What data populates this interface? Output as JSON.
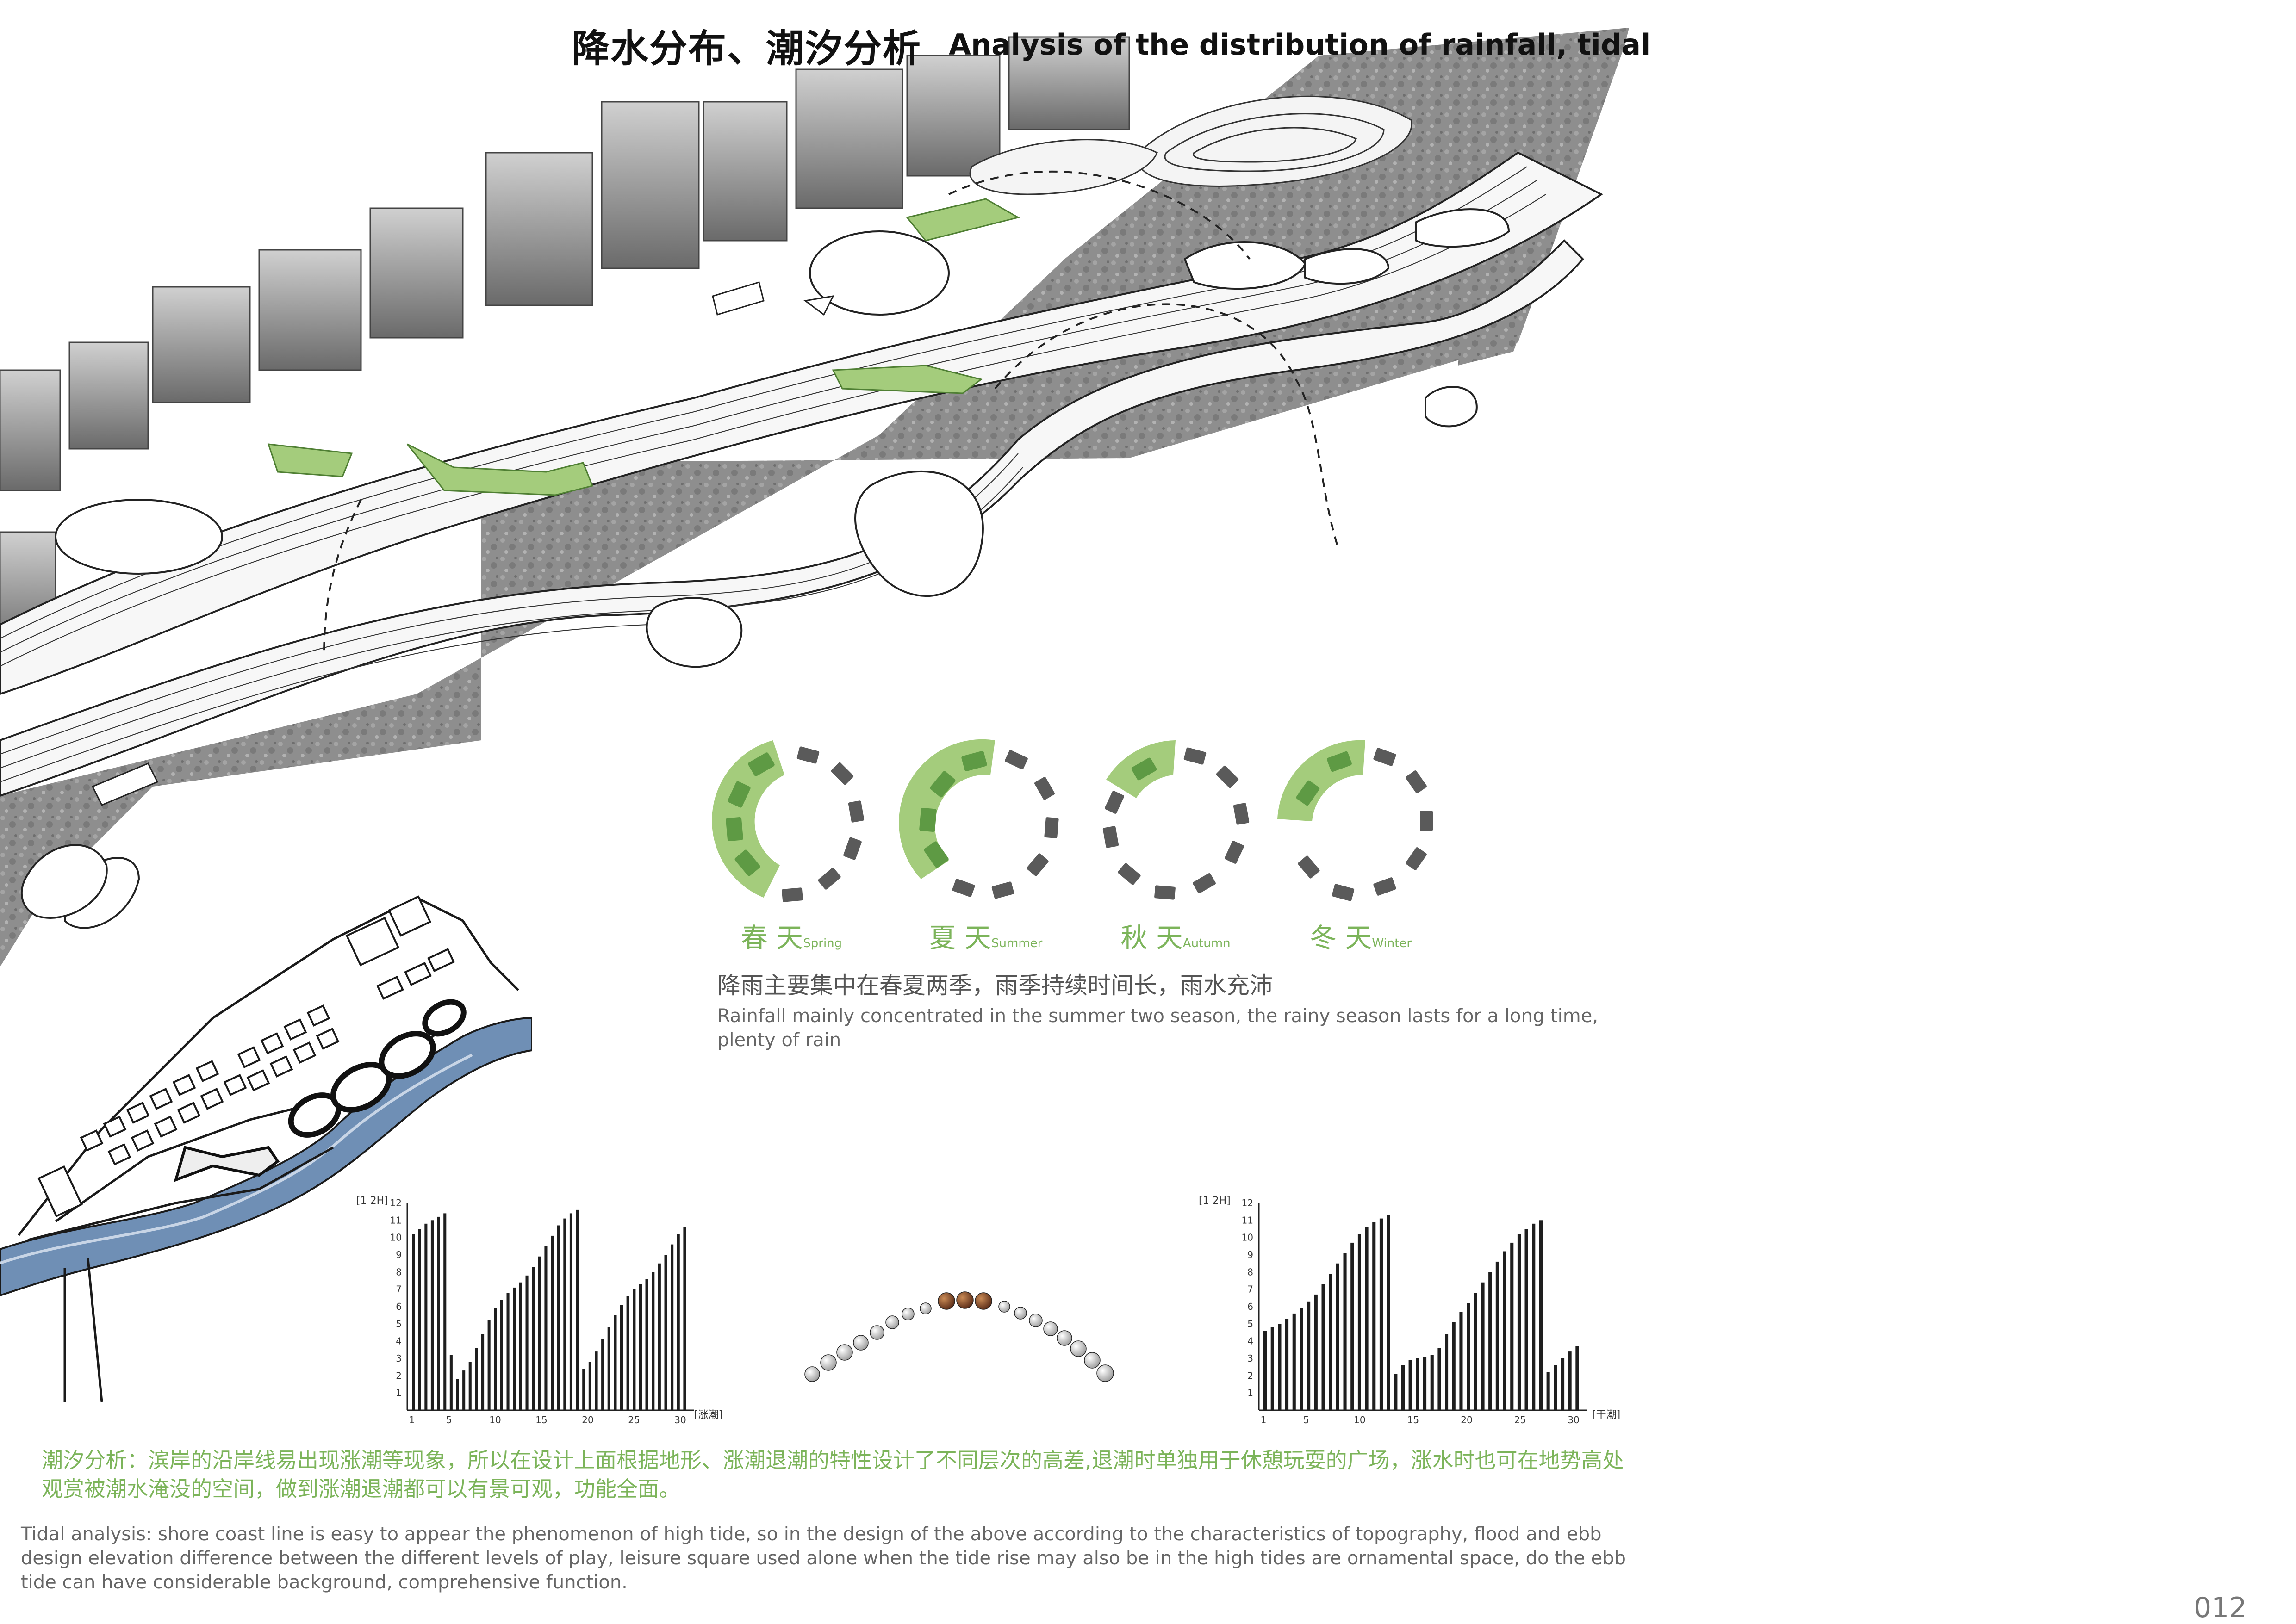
{
  "title": {
    "zh": "降水分布、潮汐分析",
    "en": "Analysis of the distribution of rainfall, tidal"
  },
  "colors": {
    "rain_fill_light": "#a4cc7c",
    "rain_fill_dark": "#5e9a44",
    "segment_gray": "#5a5a5a",
    "label_green": "#7cb45a",
    "water_blue": "#6f8fb5"
  },
  "icons": [
    "season-ring-icon",
    "moon-phase-icon",
    "site-plan-sketch"
  ],
  "seasons": [
    {
      "zh": "春 天",
      "en": "Spring"
    },
    {
      "zh": "夏 天",
      "en": "Summer"
    },
    {
      "zh": "秋 天",
      "en": "Autumn"
    },
    {
      "zh": "冬 天",
      "en": "Winter"
    }
  ],
  "rain_note": {
    "zh": "降雨主要集中在春夏两季，雨季持续时间长，雨水充沛",
    "en": "Rainfall mainly concentrated in the summer two season, the rainy season lasts for a long time, plenty of rain"
  },
  "tidal_note": {
    "zh": "潮汐分析：滨岸的沿岸线易出现涨潮等现象，所以在设计上面根据地形、涨潮退潮的特性设计了不同层次的高差,退潮时单独用于休憩玩耍的广场，涨水时也可在地势高处观赏被潮水淹没的空间，做到涨潮退潮都可以有景可观，功能全面。",
    "en": "Tidal analysis: shore coast line is easy to appear the phenomenon of high tide, so in the design of the above according to the characteristics of topography, flood and ebb design elevation difference between the different levels of play, leisure square used alone when the tide rise may also be in the high tides are ornamental space, do the ebb tide can have considerable background, comprehensive function."
  },
  "page_number": "012",
  "chart_data": [
    {
      "type": "bar",
      "title": "",
      "ylabel": "[1 2H]",
      "xlabel": "[涨潮]",
      "ylim": [
        0,
        12
      ],
      "y_ticks": [
        "1",
        "2",
        "3",
        "4",
        "5",
        "6",
        "7",
        "8",
        "9",
        "10",
        "11",
        "12"
      ],
      "x_ticks": [
        "1",
        "5",
        "10",
        "15",
        "20",
        "25",
        "30"
      ],
      "x_range": [
        1,
        30
      ],
      "values": [
        10.2,
        10.5,
        10.8,
        11.0,
        11.2,
        11.4,
        3.2,
        1.8,
        2.3,
        2.8,
        3.6,
        4.4,
        5.2,
        5.9,
        6.4,
        6.8,
        7.1,
        7.4,
        7.8,
        8.3,
        8.9,
        9.5,
        10.1,
        10.7,
        11.1,
        11.4,
        11.6,
        2.4,
        2.8,
        3.4,
        4.1,
        4.8,
        5.5,
        6.1,
        6.6,
        7.0,
        7.3,
        7.6,
        8.0,
        8.5,
        9.0,
        9.6,
        10.2,
        10.6
      ]
    },
    {
      "type": "bar",
      "title": "",
      "ylabel": "[1 2H]",
      "xlabel": "[干潮]",
      "ylim": [
        0,
        12
      ],
      "y_ticks": [
        "1",
        "2",
        "3",
        "4",
        "5",
        "6",
        "7",
        "8",
        "9",
        "10",
        "11",
        "12"
      ],
      "x_ticks": [
        "1",
        "5",
        "10",
        "15",
        "20",
        "25",
        "30"
      ],
      "x_range": [
        1,
        30
      ],
      "values": [
        4.6,
        4.8,
        5.0,
        5.3,
        5.6,
        5.9,
        6.3,
        6.7,
        7.3,
        7.9,
        8.5,
        9.1,
        9.7,
        10.2,
        10.6,
        10.9,
        11.1,
        11.3,
        2.1,
        2.6,
        2.9,
        3.0,
        3.1,
        3.2,
        3.6,
        4.4,
        5.1,
        5.7,
        6.2,
        6.8,
        7.4,
        8.0,
        8.6,
        9.2,
        9.7,
        10.2,
        10.5,
        10.8,
        11.0,
        2.2,
        2.6,
        3.0,
        3.4,
        3.7
      ]
    }
  ]
}
